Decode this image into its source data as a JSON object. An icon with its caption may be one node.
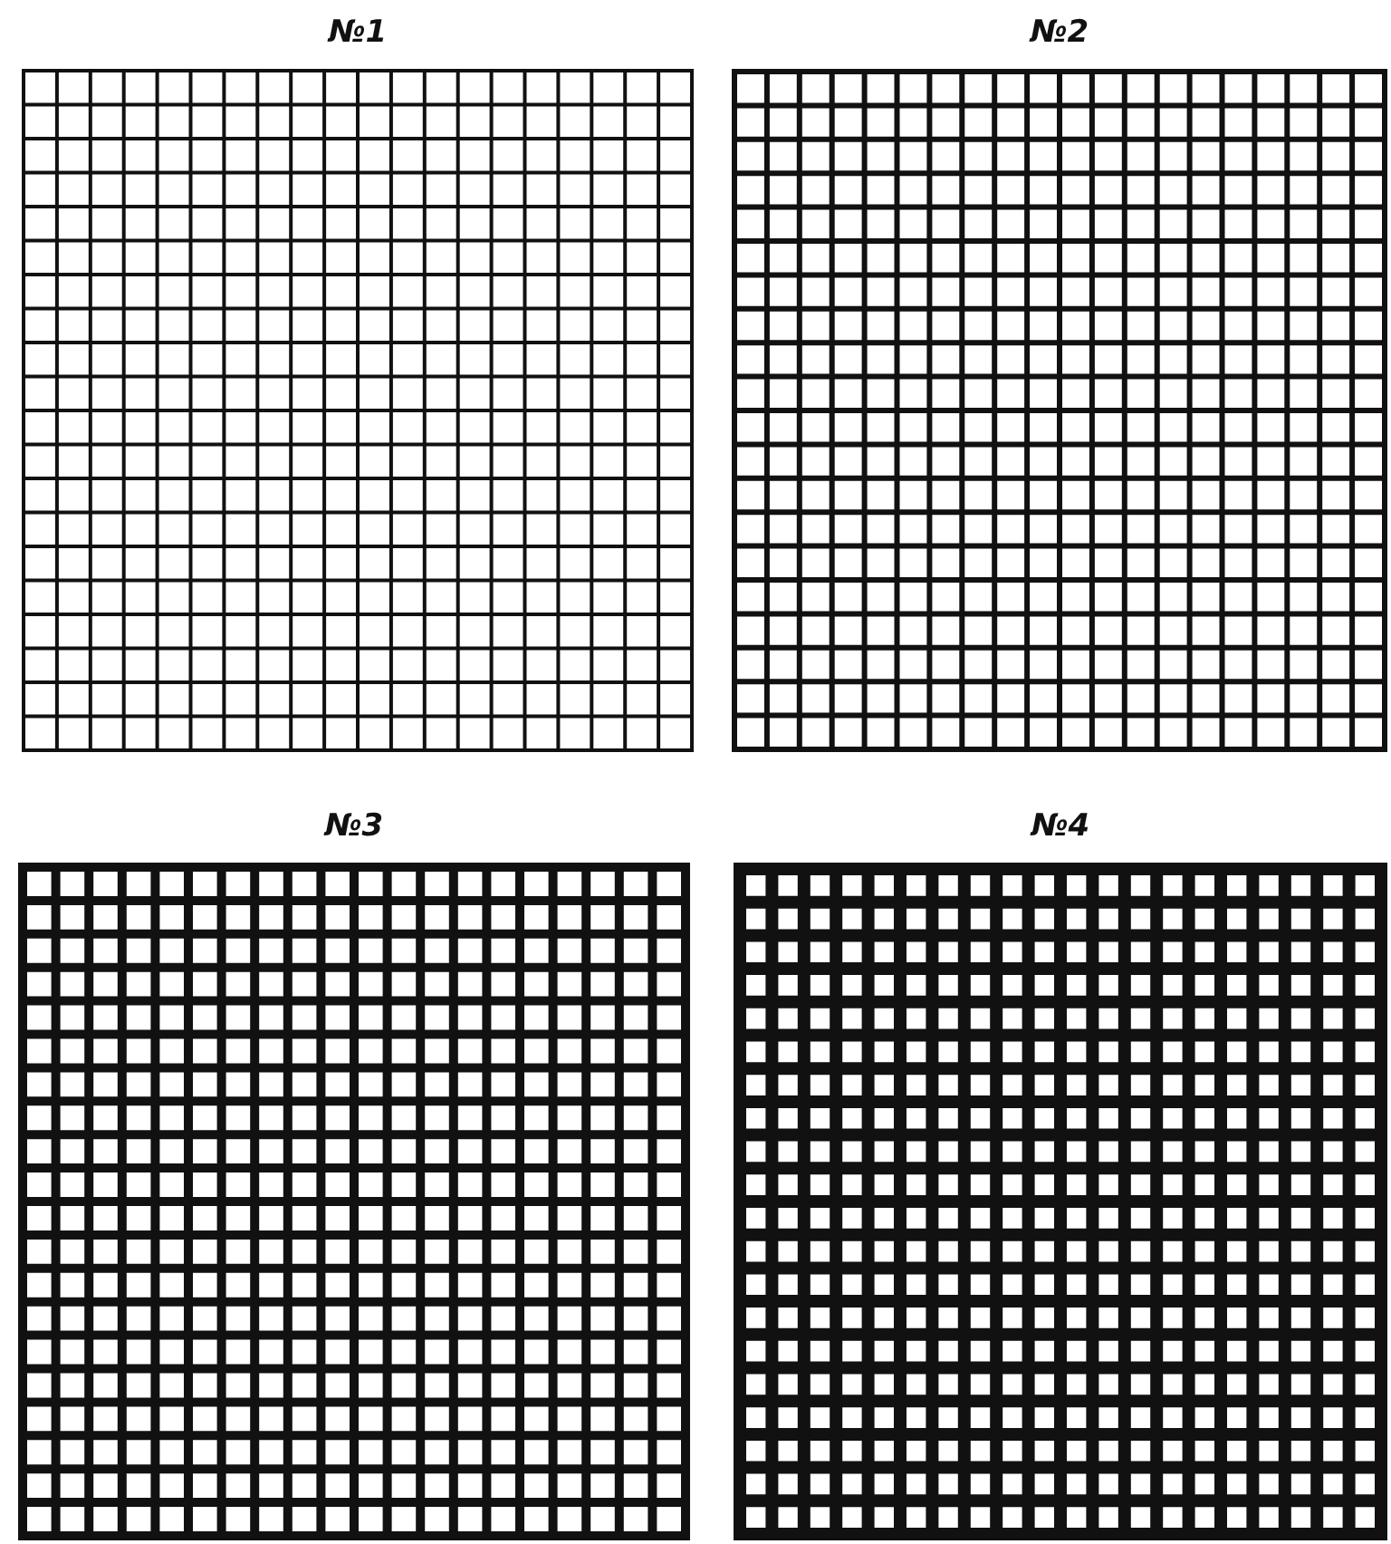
{
  "diagram": {
    "nodes": [
      {
        "text": [
          "№1"
        ]
      },
      {
        "text": [
          "№2"
        ]
      },
      {
        "text": [
          "№3"
        ]
      },
      {
        "text": [
          "№4"
        ]
      }
    ]
  }
}
